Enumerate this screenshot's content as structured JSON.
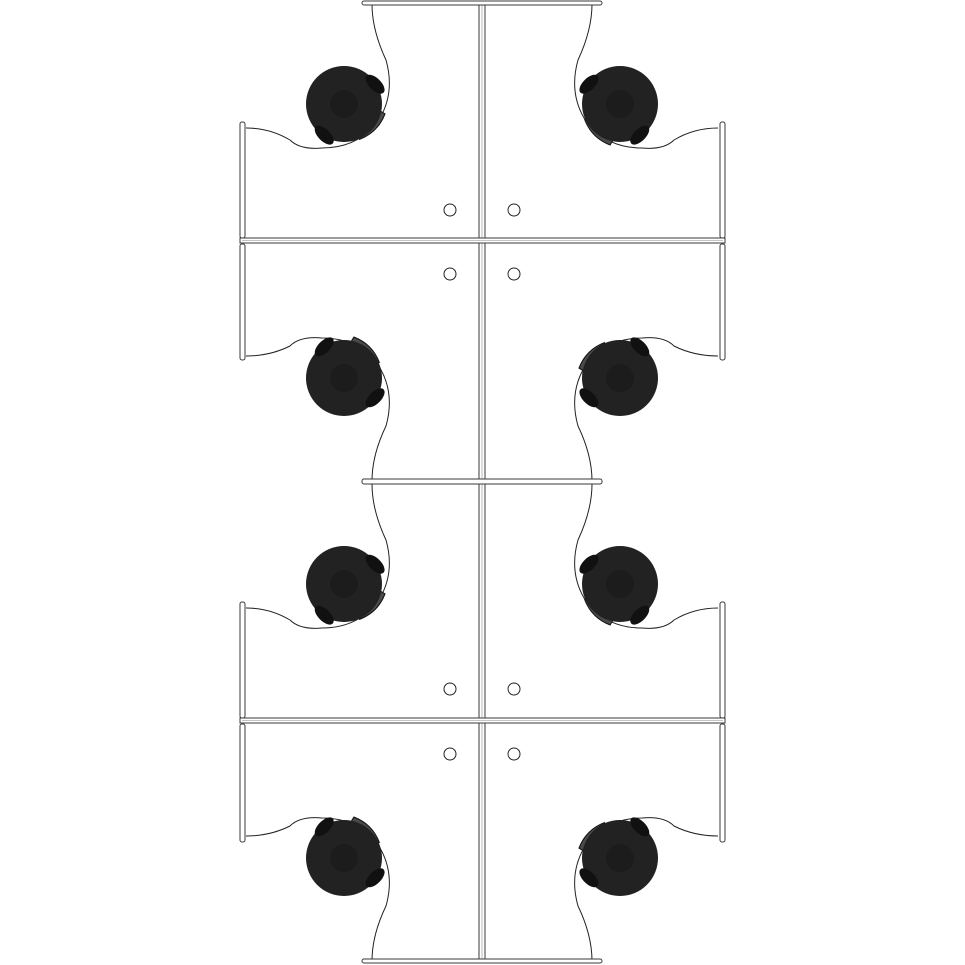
{
  "plan": {
    "cluster": "8 workstations",
    "stations": [
      {
        "id": "ws-1",
        "row": 1,
        "side": "left",
        "chair": "office-chair-icon",
        "grommet": "cable-grommet-icon"
      },
      {
        "id": "ws-2",
        "row": 1,
        "side": "right",
        "chair": "office-chair-icon",
        "grommet": "cable-grommet-icon"
      },
      {
        "id": "ws-3",
        "row": 2,
        "side": "left",
        "chair": "office-chair-icon",
        "grommet": "cable-grommet-icon"
      },
      {
        "id": "ws-4",
        "row": 2,
        "side": "right",
        "chair": "office-chair-icon",
        "grommet": "cable-grommet-icon"
      },
      {
        "id": "ws-5",
        "row": 3,
        "side": "left",
        "chair": "office-chair-icon",
        "grommet": "cable-grommet-icon"
      },
      {
        "id": "ws-6",
        "row": 3,
        "side": "right",
        "chair": "office-chair-icon",
        "grommet": "cable-grommet-icon"
      },
      {
        "id": "ws-7",
        "row": 4,
        "side": "left",
        "chair": "office-chair-icon",
        "grommet": "cable-grommet-icon"
      },
      {
        "id": "ws-8",
        "row": 4,
        "side": "right",
        "chair": "office-chair-icon",
        "grommet": "cable-grommet-icon"
      }
    ],
    "colors": {
      "background": "#ffffff",
      "line": "#222222",
      "chair_seat": "#222222",
      "chair_back": "#4a4a4a"
    }
  }
}
